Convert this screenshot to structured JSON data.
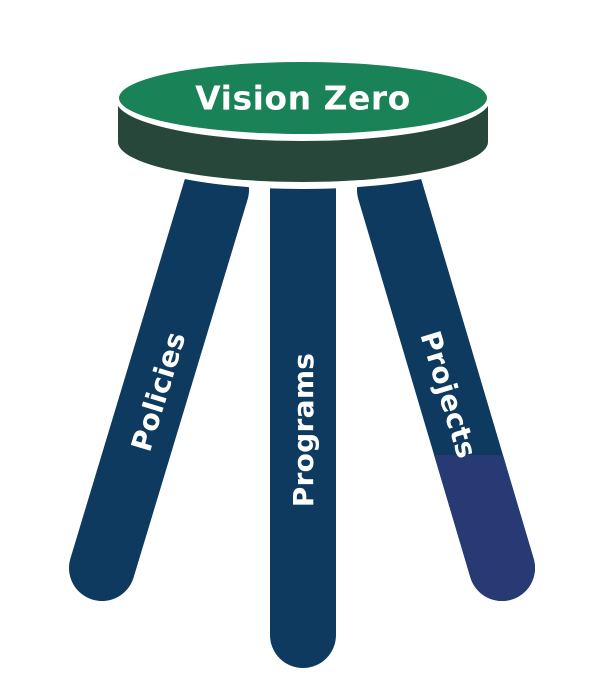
{
  "diagram": {
    "seat": {
      "label": "Vision Zero",
      "top_color": "#1a8257",
      "side_color": "#26473a",
      "rim_color": "#ffffff"
    },
    "legs": [
      {
        "id": "policies",
        "label": "Policies",
        "color": "#0d3a5e"
      },
      {
        "id": "programs",
        "label": "Programs",
        "color": "#0d3a5e"
      },
      {
        "id": "projects",
        "label": "Projects",
        "color": "#0d3a5e",
        "accent_color": "#273a74"
      }
    ]
  }
}
